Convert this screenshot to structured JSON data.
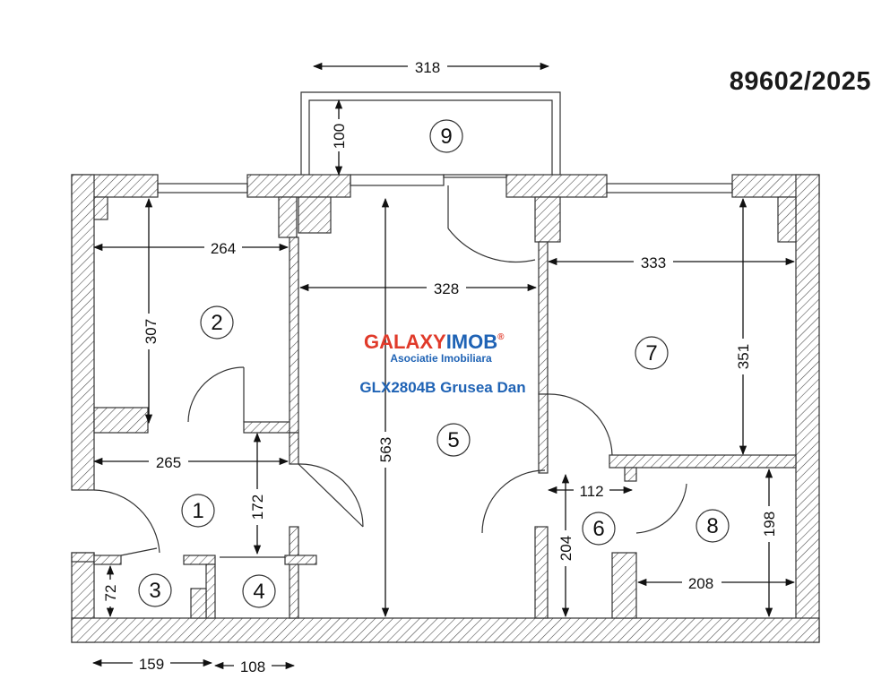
{
  "document_number": "89602/2025",
  "logo": {
    "name_part1": "GALAXY",
    "name_part2": "IMOB",
    "registered_mark": "®",
    "tagline": "Asociatie Imobiliara",
    "color_red": "#e03a2a",
    "color_blue": "#1f63b5"
  },
  "listing_label": "GLX2804B Grusea Dan",
  "rooms": [
    {
      "id": "1"
    },
    {
      "id": "2"
    },
    {
      "id": "3"
    },
    {
      "id": "4"
    },
    {
      "id": "5"
    },
    {
      "id": "6"
    },
    {
      "id": "7"
    },
    {
      "id": "8"
    },
    {
      "id": "9"
    }
  ],
  "dimensions": {
    "balcony_width": "318",
    "balcony_depth": "100",
    "room2_width": "264",
    "room2_depth": "307",
    "room5_width": "328",
    "room5_depth": "563",
    "room7_width": "333",
    "room7_depth": "351",
    "hall_width": "265",
    "hall_depth": "172",
    "room6_width": "112",
    "room6_depth": "204",
    "room8_width": "208",
    "room8_depth": "198",
    "room3_depth": "72",
    "room3_width": "159",
    "room4_width": "108"
  }
}
